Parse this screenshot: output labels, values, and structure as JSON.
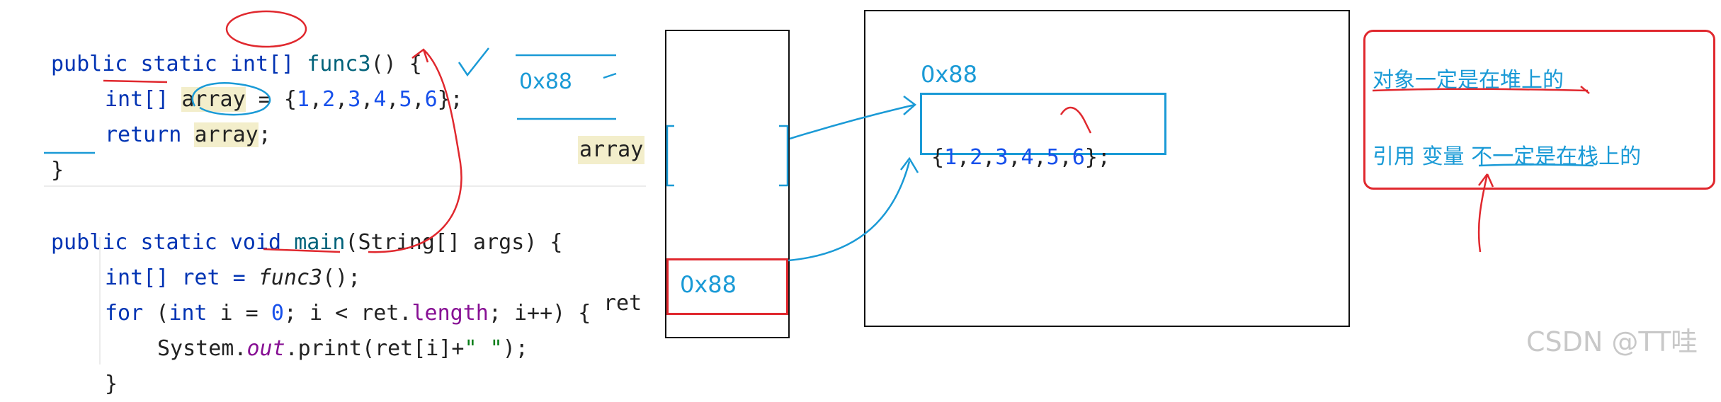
{
  "code": {
    "f_kw1": "public",
    "f_kw2": "static",
    "f_type": "int[]",
    "f_name": "func3",
    "f_rest": "() {",
    "arr_type": "int[]",
    "arr_var": "array",
    "arr_eq": " = {",
    "arr_vals": [
      "1",
      "2",
      "3",
      "4",
      "5",
      "6"
    ],
    "arr_end": "};",
    "ret_kw": "return",
    "ret_var": "array",
    "ret_semi": ";",
    "close1": "}",
    "m_kw1": "public",
    "m_kw2": "static",
    "m_kw3": "void",
    "m_name": "main",
    "m_params": "(String[] args) {",
    "ret_decl": "int[] ret = ",
    "call_fn": "func3",
    "call_end": "();",
    "for_kw": "for",
    "for_1": " (",
    "for_int": "int",
    "for_2": " i = ",
    "for_zero": "0",
    "for_3": "; i < ret.",
    "for_len": "length",
    "for_4": "; i++) {",
    "sys_1": "System.",
    "sys_out": "out",
    "sys_2": ".print(ret[i]+",
    "sys_str": "\" \"",
    "sys_3": ");",
    "close2": "}"
  },
  "labels": {
    "array_label": "array",
    "ret_label": "ret",
    "addr_left": "0x88",
    "addr_heap": "0x88",
    "addr_stack": "0x88",
    "heap_content_open": "{",
    "heap_vals": [
      "1",
      "2",
      "3",
      "4",
      "5",
      "6"
    ],
    "heap_content_close": "};"
  },
  "notes": {
    "line1": "对象一定是在堆上的",
    "line2_a": "引用",
    "line2_b": "变量",
    "line2_c": "不一定是在栈上的"
  },
  "watermark": "CSDN @TT哇",
  "colors": {
    "ink_blue": "#1a9ad6",
    "ink_red": "#e0282e",
    "keyword": "#0033b3",
    "number": "#1750eb"
  }
}
